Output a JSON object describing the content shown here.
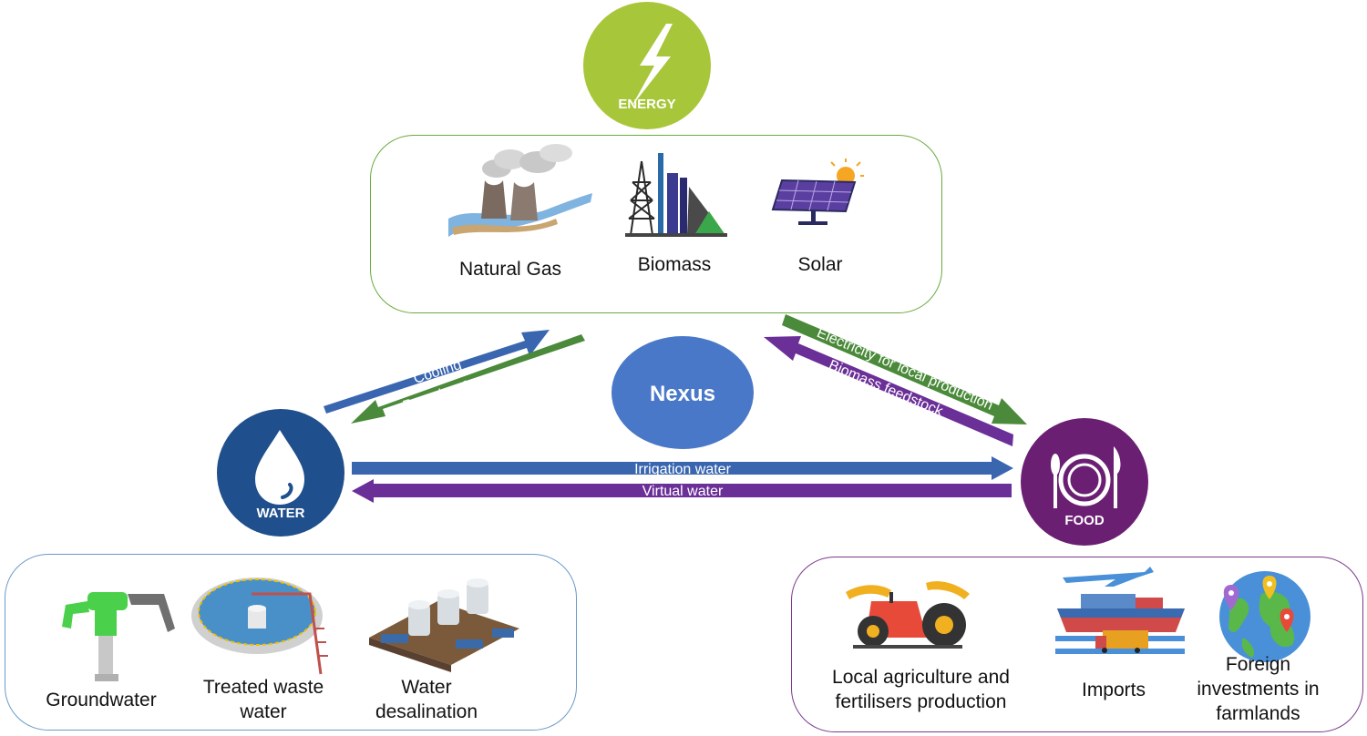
{
  "hubs": {
    "energy": {
      "label": "ENERGY",
      "color": "#a8c63a"
    },
    "water": {
      "label": "WATER",
      "color": "#1f4f8c"
    },
    "food": {
      "label": "FOOD",
      "color": "#6b1f73"
    },
    "nexus": {
      "label": "Nexus",
      "color": "#4a78c8"
    }
  },
  "energy_box": {
    "border_color": "#6aaa3a",
    "items": [
      {
        "label": "Natural Gas",
        "icon": "power-plant-icon"
      },
      {
        "label": "Biomass",
        "icon": "biomass-plant-icon"
      },
      {
        "label": "Solar",
        "icon": "solar-panel-icon"
      }
    ]
  },
  "water_box": {
    "border_color": "#6a9ac8",
    "items": [
      {
        "label": "Groundwater",
        "icon": "water-pump-icon"
      },
      {
        "label": "Treated waste water",
        "icon": "treatment-tank-icon"
      },
      {
        "label": "Water desalination",
        "icon": "desalination-plant-icon"
      }
    ]
  },
  "food_box": {
    "border_color": "#7a3a8a",
    "items": [
      {
        "label": "Local agriculture and fertilisers production",
        "icon": "tractor-icon"
      },
      {
        "label": "Imports",
        "icon": "ship-plane-truck-icon"
      },
      {
        "label": "Foreign investments in farmlands",
        "icon": "globe-pins-icon"
      }
    ]
  },
  "flows": {
    "cooling": {
      "label": "Cooling",
      "color": "#3a66b0"
    },
    "pumping": {
      "label": "Pumping & treatment",
      "color": "#4a8a3a"
    },
    "electricity": {
      "label": "Electricity for local production",
      "color": "#4a8a3a"
    },
    "biomass_feed": {
      "label": "Biomass feedstock",
      "color": "#6b2f98"
    },
    "irrigation": {
      "label": "Irrigation water",
      "color": "#3a66b0"
    },
    "virtual": {
      "label": "Virtual water",
      "color": "#6b2f98"
    }
  }
}
